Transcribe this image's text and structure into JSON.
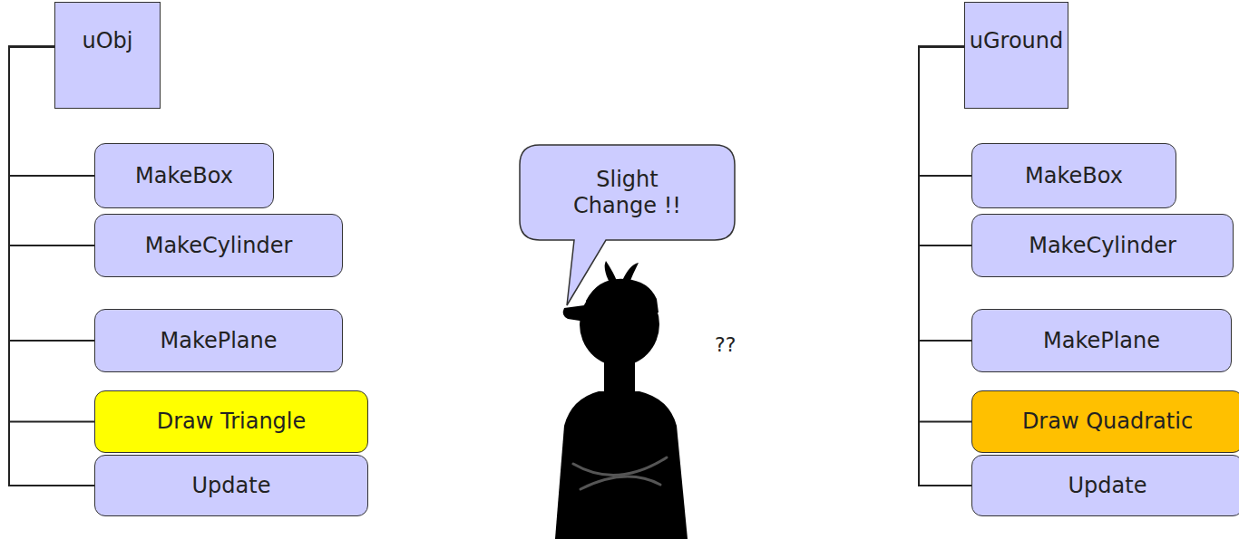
{
  "diagram": {
    "nodes": [
      {
        "text": [
          "uObj"
        ]
      },
      {
        "text": [
          "MakeBox"
        ]
      },
      {
        "text": [
          "MakeCylinder"
        ]
      },
      {
        "text": [
          "MakePlane"
        ]
      },
      {
        "text": [
          "Draw Triangle"
        ]
      },
      {
        "text": [
          "Update"
        ]
      },
      {
        "text": [
          "Slight Change !!"
        ]
      },
      {
        "text": [
          "uGround"
        ]
      },
      {
        "text": [
          "MakeBox"
        ]
      },
      {
        "text": [
          "MakeCylinder"
        ]
      },
      {
        "text": [
          "MakePlane"
        ]
      },
      {
        "text": [
          "Draw Quadratic"
        ]
      },
      {
        "text": [
          "Update"
        ]
      }
    ],
    "edges": [
      {
        "from": 0,
        "to": 1,
        "arrow": "none"
      },
      {
        "from": 0,
        "to": 2,
        "arrow": "none"
      },
      {
        "from": 0,
        "to": 3,
        "arrow": "none"
      },
      {
        "from": 0,
        "to": 4,
        "arrow": "none"
      },
      {
        "from": 0,
        "to": 5,
        "arrow": "none"
      },
      {
        "from": 7,
        "to": 8,
        "arrow": "none"
      },
      {
        "from": 7,
        "to": 9,
        "arrow": "none"
      },
      {
        "from": 7,
        "to": 10,
        "arrow": "none"
      },
      {
        "from": 7,
        "to": 11,
        "arrow": "none"
      },
      {
        "from": 7,
        "to": 12,
        "arrow": "none"
      }
    ],
    "labels": [
      "??"
    ]
  }
}
